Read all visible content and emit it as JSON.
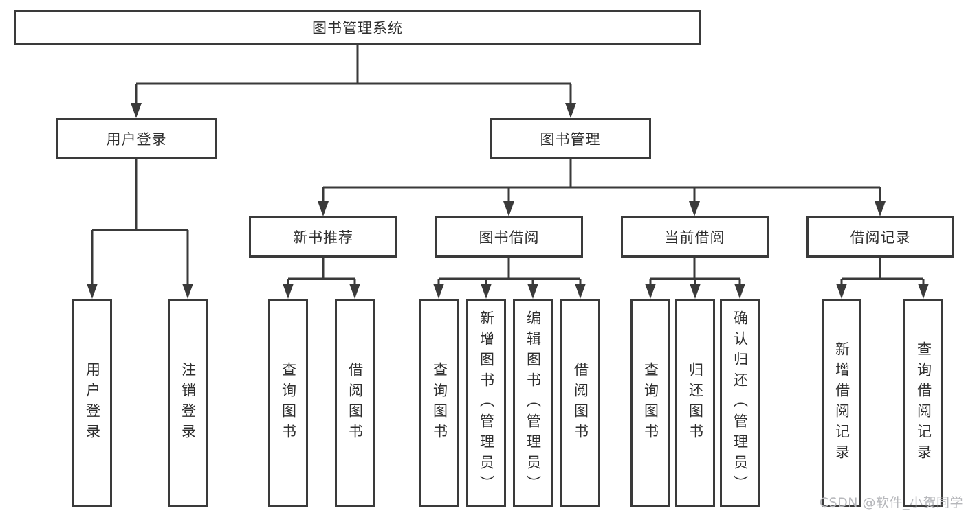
{
  "diagram_title": "图书管理系统",
  "colors": {
    "line": "#3a3a3a",
    "box_border": "#3a3a3a",
    "box_fill": "#ffffff",
    "text": "#2f2f2f",
    "watermark": "#b6b7bb",
    "background": "#ffffff"
  },
  "tree": {
    "root": {
      "label": "图书管理系统",
      "children": [
        {
          "label": "用户登录",
          "children": [
            {
              "label": "用户登录"
            },
            {
              "label": "注销登录"
            }
          ]
        },
        {
          "label": "图书管理",
          "children": [
            {
              "label": "新书推荐",
              "children": [
                {
                  "label": "查询图书"
                },
                {
                  "label": "借阅图书"
                }
              ]
            },
            {
              "label": "图书借阅",
              "children": [
                {
                  "label": "查询图书"
                },
                {
                  "label": "新增图书（管理员）"
                },
                {
                  "label": "编辑图书（管理员）"
                },
                {
                  "label": "借阅图书"
                }
              ]
            },
            {
              "label": "当前借阅",
              "children": [
                {
                  "label": "查询图书"
                },
                {
                  "label": "归还图书"
                },
                {
                  "label": "确认归还（管理员）"
                }
              ]
            },
            {
              "label": "借阅记录",
              "children": [
                {
                  "label": "新增借阅记录"
                },
                {
                  "label": "查询借阅记录"
                }
              ]
            }
          ]
        }
      ]
    }
  },
  "watermark": {
    "text": "CSDN @软件_小贺同学"
  }
}
